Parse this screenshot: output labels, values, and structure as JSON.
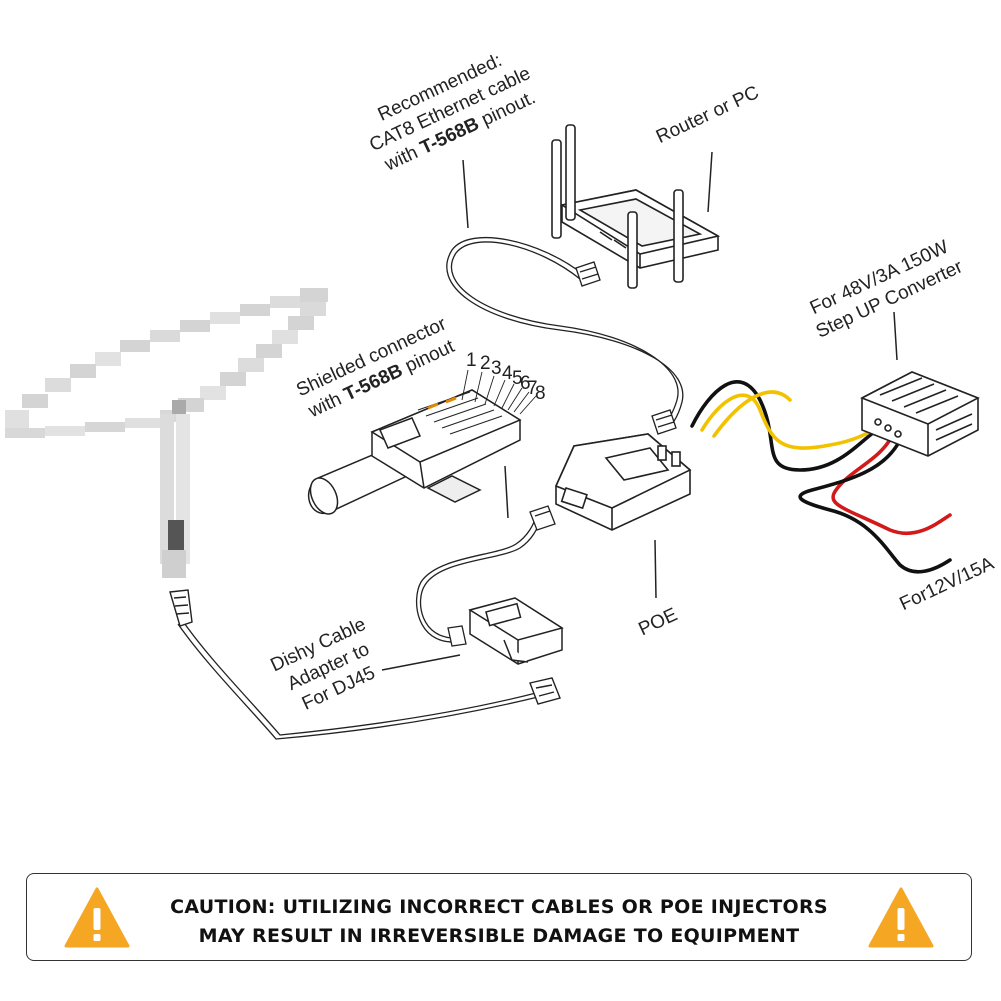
{
  "labels": {
    "ethernet_cable": [
      "Recommended:",
      "CAT8 Ethernet cable",
      "with ",
      "T-568B",
      " pinout."
    ],
    "router": "Router or PC",
    "converter": [
      "For 48V/3A 150W",
      "Step UP Converter"
    ],
    "shielded_connector": [
      "Shielded connector",
      "with ",
      "T-568B",
      " pinout"
    ],
    "pin_numbers": [
      "1",
      "2",
      "3",
      "4",
      "5",
      "6",
      "7",
      "8"
    ],
    "poe": "POE",
    "power_input": "For12V/15A",
    "dishy_adapter": [
      "Dishy Cable",
      "Adapter to",
      "For DJ45"
    ]
  },
  "caution": {
    "line1": "CAUTION: UTILIZING INCORRECT CABLES OR POE INJECTORS",
    "line2": "MAY RESULT IN IRREVERSIBLE DAMAGE TO EQUIPMENT"
  },
  "icons": {
    "left": "warning-icon",
    "right": "warning-icon"
  },
  "colors": {
    "wire_yellow": "#f2c200",
    "wire_red": "#d21a1a",
    "wire_black": "#111111",
    "warning_fill": "#f5a623",
    "outline": "#222222"
  }
}
